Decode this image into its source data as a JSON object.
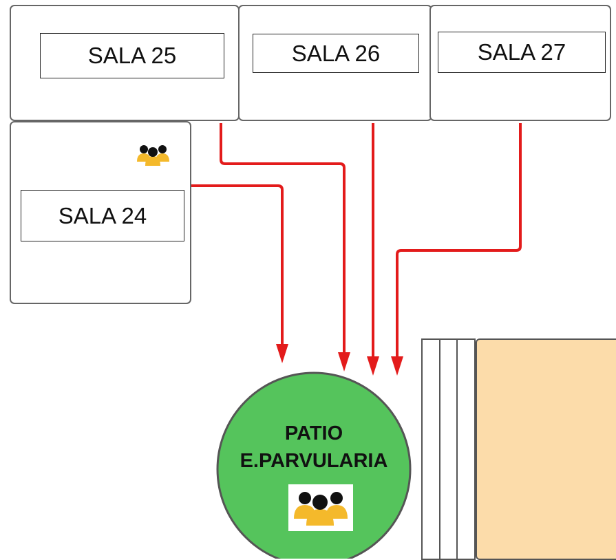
{
  "rooms": {
    "sala25": {
      "label": "SALA 25"
    },
    "sala26": {
      "label": "SALA 26"
    },
    "sala27": {
      "label": "SALA 27"
    },
    "sala24": {
      "label": "SALA 24"
    }
  },
  "patio": {
    "line1": "PATIO",
    "line2": "E.PARVULARIA",
    "fill_color": "#55c45c"
  },
  "colors": {
    "arrow": "#e31b1b",
    "building_fill": "#fcdcaa",
    "group_icon_fill": "#f4b92b"
  },
  "icons": {
    "room_group_icon": "people-group-icon",
    "patio_group_icon": "people-group-icon"
  }
}
